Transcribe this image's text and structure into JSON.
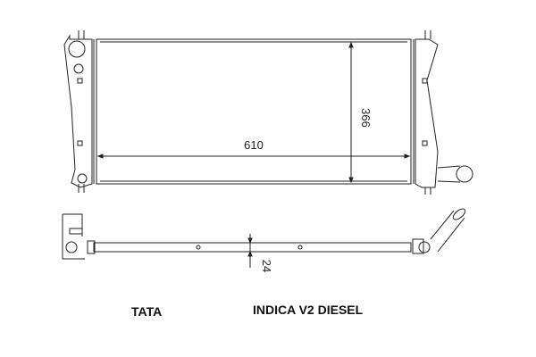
{
  "drawing": {
    "width_dim": "610",
    "height_dim": "366",
    "thickness_dim": "24"
  },
  "caption": {
    "make": "TATA",
    "model": "INDICA V2 DIESEL"
  },
  "colors": {
    "line": "#222222",
    "background": "#ffffff"
  }
}
